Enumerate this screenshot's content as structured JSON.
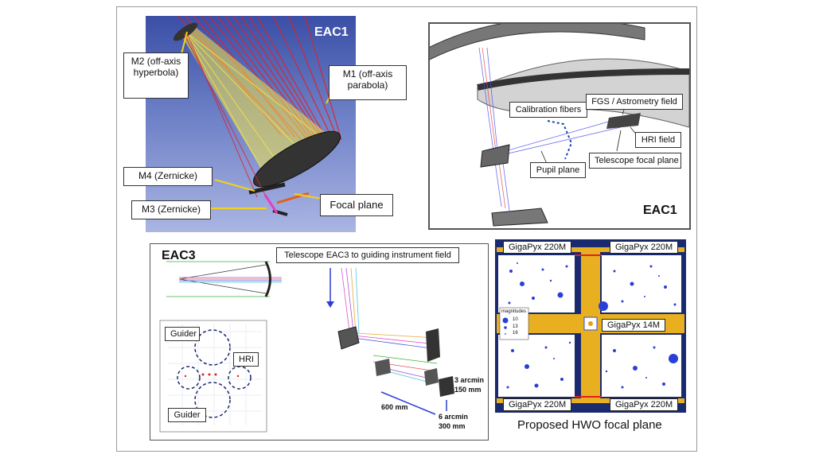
{
  "eac1_top": {
    "title": "EAC1",
    "labels": {
      "m2": "M2 (off-axis hyperbola)",
      "m1": "M1 (off-axis parabola)",
      "m4": "M4 (Zernicke)",
      "m3": "M3 (Zernicke)",
      "focal": "Focal plane"
    }
  },
  "eac1_detail": {
    "title": "EAC1",
    "labels": {
      "calib": "Calibration fibers",
      "fgs": "FGS / Astrometry field",
      "hri": "HRI field",
      "pupil": "Pupil plane",
      "tfp": "Telescope focal plane"
    }
  },
  "eac3": {
    "title": "EAC3",
    "field_label": "Telescope EAC3 to guiding instrument field",
    "guider_top": "Guider",
    "guider_bottom": "Guider",
    "hri": "HRI",
    "dim_3": "3 arcmin",
    "dim_150": "150 mm",
    "dim_600": "600 mm",
    "dim_6": "6 arcmin",
    "dim_300": "300 mm"
  },
  "focal_plane": {
    "tl": "GigaPyx 220M",
    "tr": "GigaPyx 220M",
    "bl": "GigaPyx 220M",
    "br": "GigaPyx 220M",
    "center": "GigaPyx 14M",
    "legend_title": "magnitudes",
    "legend": [
      "10",
      "13",
      "16"
    ],
    "caption": "Proposed HWO focal plane"
  },
  "colors": {
    "ray_red": "#e0202a",
    "ray_yellow": "#f2e34a",
    "dot_blue": "#2a3fd6"
  }
}
